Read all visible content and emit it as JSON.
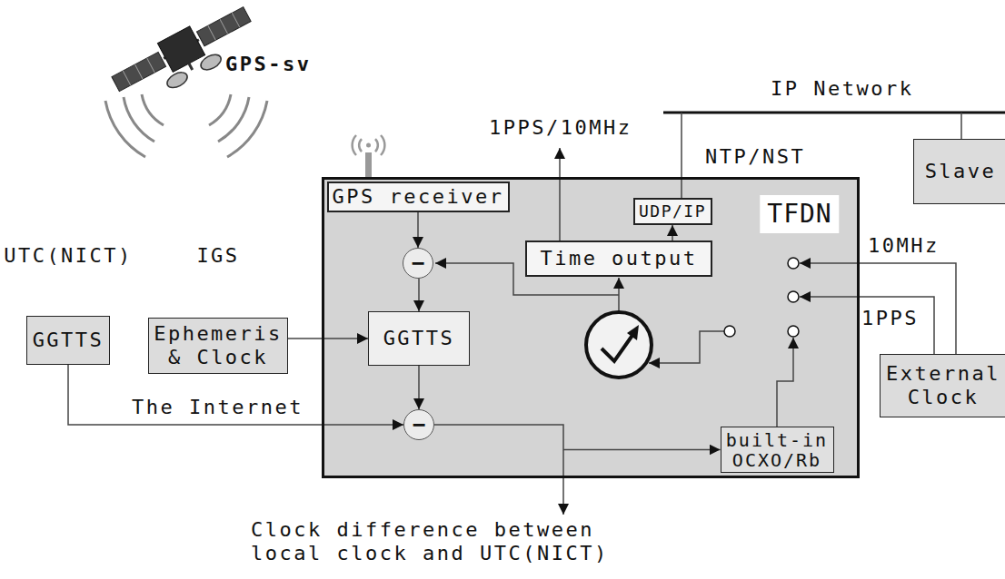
{
  "diagram": {
    "nodes": [
      {
        "text": [
          "TFDN"
        ]
      },
      {
        "text": [
          "GPS receiver"
        ],
        "in": 0
      },
      {
        "text": [
          "UDP/IP"
        ],
        "in": 0
      },
      {
        "text": [
          "Time output"
        ],
        "in": 0
      },
      {
        "text": [
          "−"
        ],
        "in": 0
      },
      {
        "text": [
          "GGTTS"
        ],
        "in": 0
      },
      {
        "text": [
          "−"
        ],
        "in": 0
      },
      {
        "text": [
          "built-in OCXO/Rb"
        ],
        "in": 0
      },
      {
        "text": [
          "Slave"
        ]
      },
      {
        "text": [
          "UTC(NICT)",
          "GGTTS"
        ]
      },
      {
        "text": [
          "IGS",
          "Ephemeris & Clock"
        ]
      },
      {
        "text": [
          "External Clock"
        ]
      }
    ],
    "edges": [
      {
        "from": 1,
        "to": 4,
        "arrow": "to"
      },
      {
        "from": 4,
        "to": 5,
        "arrow": "to"
      },
      {
        "from": 10,
        "to": 5,
        "arrow": "to"
      },
      {
        "from": 5,
        "to": 6,
        "arrow": "to"
      },
      {
        "from": 9,
        "to": 6,
        "arrow": "to"
      },
      {
        "from": 6,
        "to": 7,
        "arrow": "to"
      },
      {
        "from": 3,
        "to": 2,
        "arrow": "to"
      }
    ],
    "labels": [
      "GPS-sv",
      "IP Network",
      "1PPS/10MHz",
      "NTP/NST",
      "10MHz",
      "1PPS",
      "The Internet",
      "Clock difference between local clock and UTC(NICT)"
    ]
  }
}
